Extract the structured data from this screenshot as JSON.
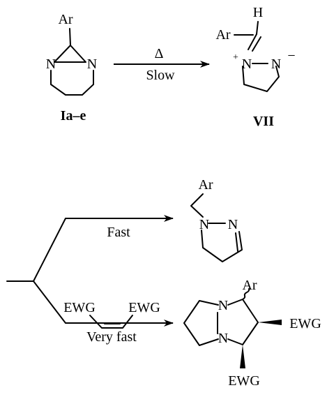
{
  "reactant": {
    "aryl": "Ar",
    "n_left": "N",
    "n_right": "N",
    "label": "Ia–e"
  },
  "arrow1": {
    "above": "Δ",
    "below": "Slow"
  },
  "ylide": {
    "h": "H",
    "aryl": "Ar",
    "n_plus": "N",
    "plus": "+",
    "n_minus": "N",
    "minus": "−",
    "label": "VII"
  },
  "branch_fast": {
    "label": "Fast"
  },
  "product_fast": {
    "aryl": "Ar",
    "n1": "N",
    "n2": "N"
  },
  "dipolarophile": {
    "ewg_left": "EWG",
    "ewg_right": "EWG"
  },
  "branch_very_fast": {
    "label": "Very fast"
  },
  "product_very_fast": {
    "aryl": "Ar",
    "n_top": "N",
    "n_bottom": "N",
    "ewg_side": "EWG",
    "ewg_bottom": "EWG"
  }
}
